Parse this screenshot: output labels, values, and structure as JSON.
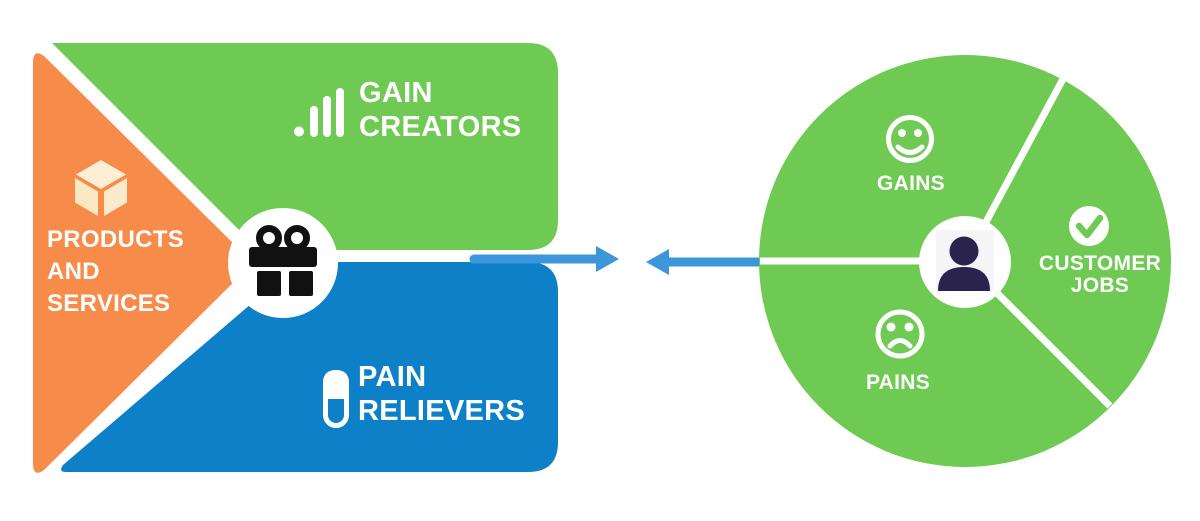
{
  "value_map": {
    "products_and_services": {
      "label": "PRODUCTS\nAND\nSERVICES",
      "color": "#f68b4a",
      "icon": "cube-icon"
    },
    "gain_creators": {
      "label": "GAIN\nCREATORS",
      "color": "#6fca54",
      "icon": "bar-chart-icon"
    },
    "pain_relievers": {
      "label": "PAIN\nRELIEVERS",
      "color": "#0d80c8",
      "icon": "pill-icon"
    },
    "center": {
      "icon": "gift-icon",
      "bg": "#ffffff",
      "icon_color": "#111111"
    }
  },
  "customer_profile": {
    "circle_color": "#6fca54",
    "gains": {
      "label": "GAINS",
      "icon": "smiley-face-icon"
    },
    "customer_jobs": {
      "label": "CUSTOMER\nJOBS",
      "icon": "check-circle-icon"
    },
    "pains": {
      "label": "PAINS",
      "icon": "sad-face-icon"
    },
    "center": {
      "icon": "person-icon",
      "bg": "#ffffff",
      "icon_color": "#2a234e"
    }
  },
  "arrows": {
    "color": "#3c96d9",
    "left_arrow_direction": "right",
    "right_arrow_direction": "left"
  },
  "cube_colors": {
    "top": "#fdf5dd",
    "left": "#faedc8",
    "right": "#fcf1d3"
  }
}
